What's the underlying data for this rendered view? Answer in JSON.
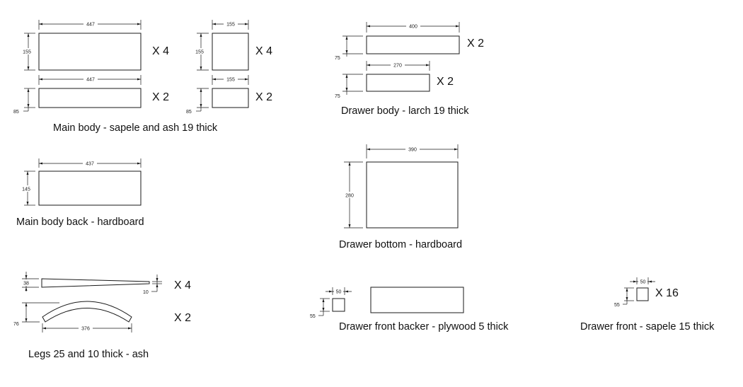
{
  "groups": {
    "main_body": {
      "caption": "Main body - sapele and ash 19 thick",
      "parts": [
        {
          "dims": [
            "447",
            "155"
          ],
          "qty": "X 4"
        },
        {
          "dims": [
            "155",
            "155"
          ],
          "qty": "X 4"
        },
        {
          "dims": [
            "447",
            "85"
          ],
          "qty": "X 2"
        },
        {
          "dims": [
            "155",
            "85"
          ],
          "qty": "X 2"
        }
      ]
    },
    "drawer_body": {
      "caption": "Drawer body - larch 19 thick",
      "parts": [
        {
          "dims": [
            "400",
            "75"
          ],
          "qty": "X 2"
        },
        {
          "dims": [
            "270",
            "75"
          ],
          "qty": "X 2"
        }
      ]
    },
    "main_body_back": {
      "caption": "Main body back - hardboard",
      "dims": [
        "437",
        "145"
      ]
    },
    "drawer_bottom": {
      "caption": "Drawer bottom - hardboard",
      "dims": [
        "390",
        "280"
      ]
    },
    "legs": {
      "caption": "Legs 25 and 10 thick - ash",
      "straight": {
        "dims": [
          "38",
          "10"
        ],
        "qty": "X 4"
      },
      "curved": {
        "dims": [
          "76",
          "376"
        ],
        "qty": "X 2"
      }
    },
    "drawer_front_backer": {
      "caption": "Drawer front backer - plywood 5 thick",
      "dims": [
        "50",
        "55"
      ]
    },
    "drawer_front": {
      "caption": "Drawer front - sapele 15 thick",
      "dims": [
        "50",
        "55"
      ],
      "qty": "X 16"
    }
  }
}
